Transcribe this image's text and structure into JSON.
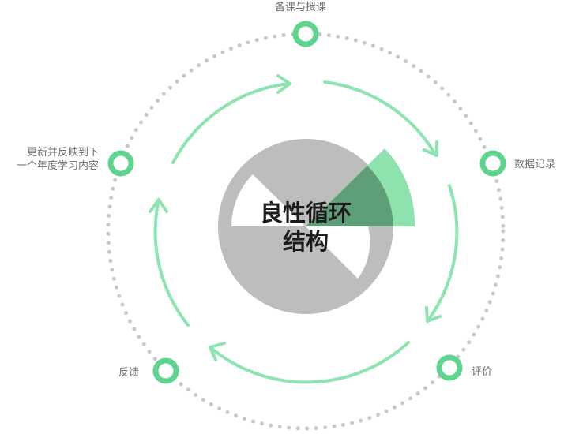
{
  "diagram": {
    "center_title": [
      "良性循环",
      "结构"
    ],
    "nodes": [
      {
        "id": "prep",
        "label": "备课与授课"
      },
      {
        "id": "record",
        "label": "数据记录"
      },
      {
        "id": "evaluate",
        "label": "评价"
      },
      {
        "id": "feedback",
        "label": "反馈"
      },
      {
        "id": "update",
        "label_lines": [
          "更新并反映到下",
          "一个年度学习内容"
        ]
      }
    ],
    "colors": {
      "accent_green": "#5fd48e",
      "arrow_green": "#8de4b0",
      "dot_gray": "#c9c9c9",
      "disc_gray": "#bdbdbd",
      "wedge_dark": "#5f9f77",
      "text_gray": "#6e6e6e",
      "title_black": "#1b1b1b"
    }
  }
}
